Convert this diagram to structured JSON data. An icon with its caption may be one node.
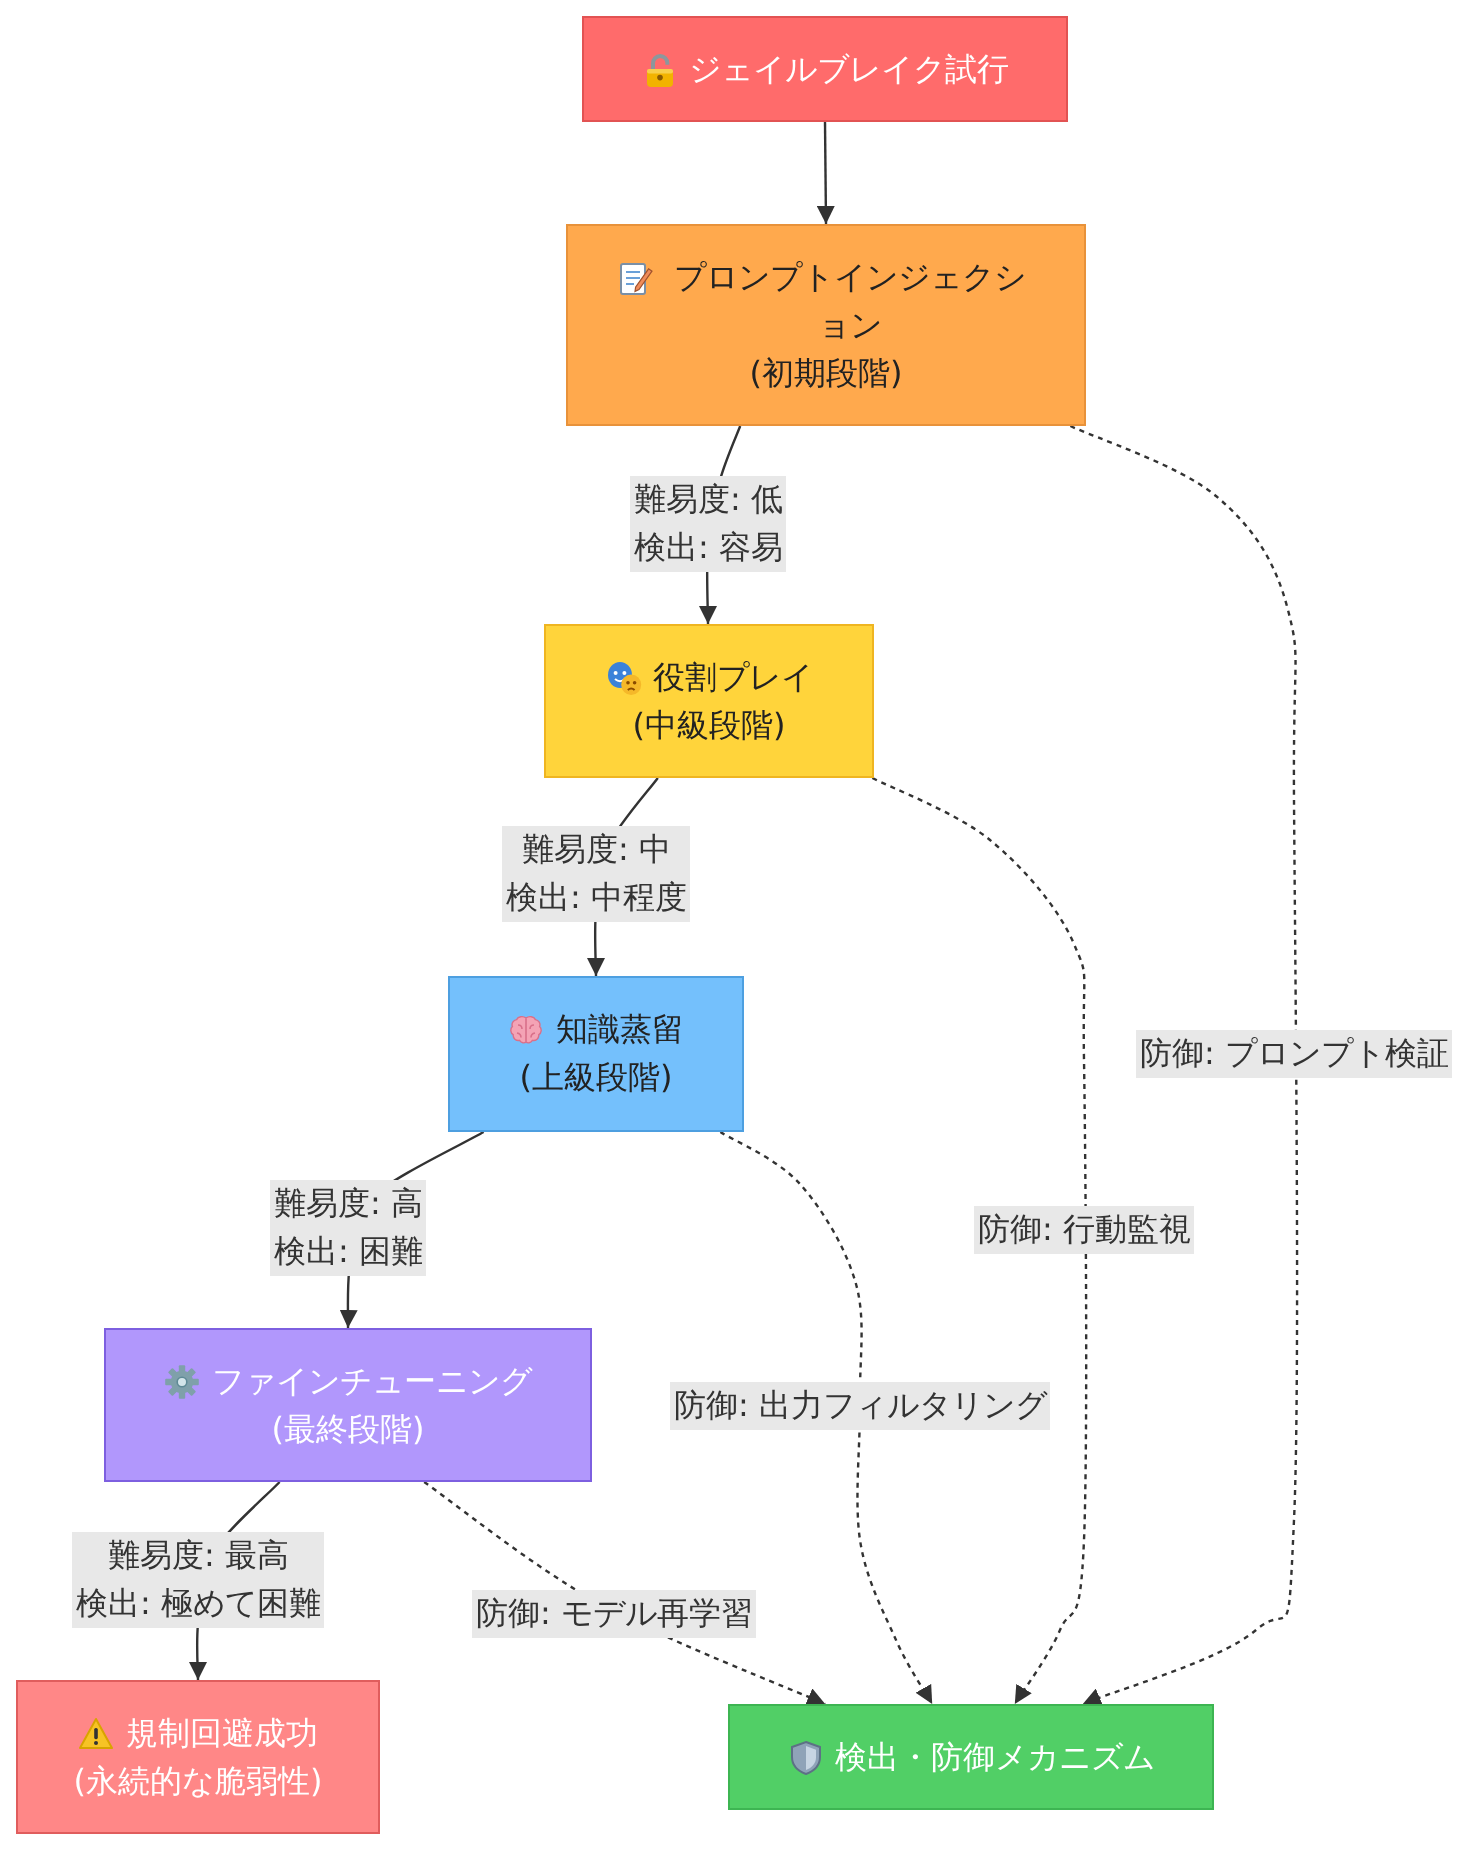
{
  "diagram": {
    "nodes": [
      {
        "text": [
          "ジェイルブレイク試行"
        ]
      },
      {
        "text": [
          "プロンプトインジェクション",
          "(初期段階)"
        ]
      },
      {
        "text": [
          "役割プレイ",
          "(中級段階)"
        ]
      },
      {
        "text": [
          "知識蒸留",
          "(上級段階)"
        ]
      },
      {
        "text": [
          "ファインチューニング",
          "(最終段階)"
        ]
      },
      {
        "text": [
          "規制回避成功",
          "(永続的な脆弱性)"
        ]
      },
      {
        "text": [
          "検出・防御メカニズム"
        ]
      }
    ],
    "edges": [
      {
        "from": 0,
        "to": 1,
        "arrow": "to"
      },
      {
        "from": 1,
        "to": 2,
        "arrow": "to",
        "label": "難易度: 低検出: 容易"
      },
      {
        "from": 2,
        "to": 3,
        "arrow": "to",
        "label": "難易度: 中検出: 中程度"
      },
      {
        "from": 3,
        "to": 4,
        "arrow": "to",
        "label": "難易度: 高検出: 困難"
      },
      {
        "from": 4,
        "to": 5,
        "arrow": "to",
        "label": "難易度: 最高検出: 極めて困難"
      },
      {
        "from": 1,
        "to": 6,
        "arrow": "to",
        "label": "防御: プロンプト検証",
        "style": "dashed"
      },
      {
        "from": 2,
        "to": 6,
        "arrow": "to",
        "label": "防御: 行動監視",
        "style": "dashed"
      },
      {
        "from": 3,
        "to": 6,
        "arrow": "to",
        "label": "防御: 出力フィルタリング",
        "style": "dashed"
      },
      {
        "from": 4,
        "to": 6,
        "arrow": "to",
        "label": "防御: モデル再学習",
        "style": "dashed"
      }
    ]
  }
}
